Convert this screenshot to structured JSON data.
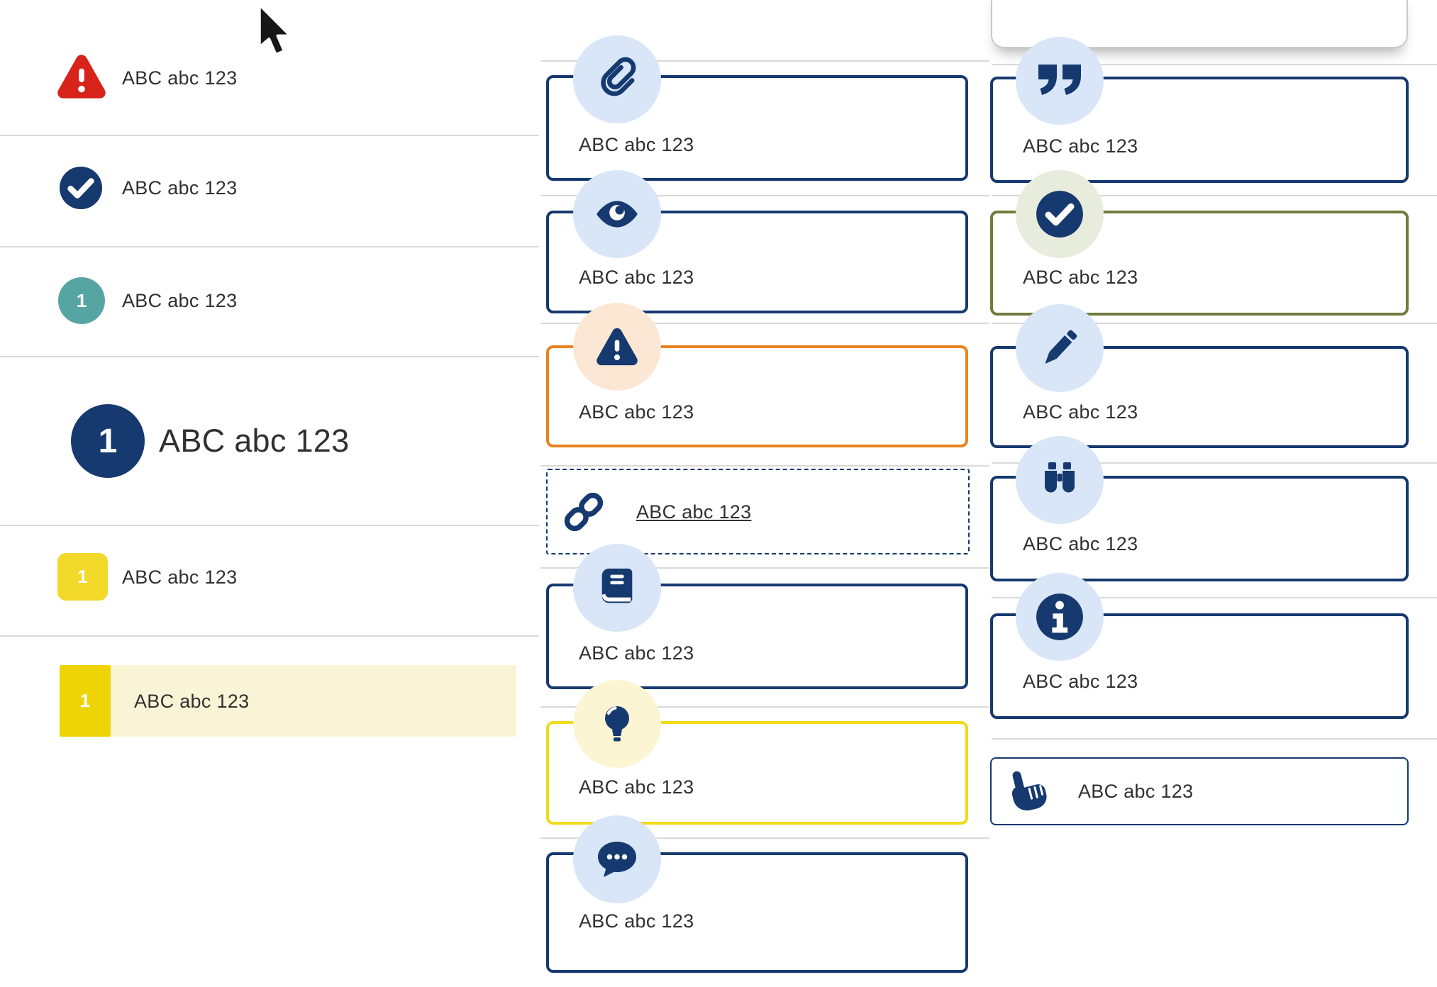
{
  "colors": {
    "navy": "#16396f",
    "light_blue_badge": "#d8e6f8",
    "red": "#d7231a",
    "teal": "#57a5a2",
    "yellow_badge": "#f2d929",
    "highlight_yellow": "#eed405",
    "highlight_row_cream": "#faf4d6",
    "cream_badge": "#fbf5d3",
    "orange": "#e8821f",
    "peach_badge": "#fbe7d4",
    "yellow_border": "#f2da1a",
    "olive": "#6f7c3b",
    "pale_green_badge": "#e8ecdc",
    "divider": "#d9d9d9",
    "text": "#303030"
  },
  "left_list": {
    "items": [
      {
        "icon": "warning-triangle-icon",
        "label": "ABC abc 123"
      },
      {
        "icon": "check-circle-icon",
        "label": "ABC abc 123"
      },
      {
        "icon": "number-badge-teal",
        "number": "1",
        "label": "ABC abc 123"
      },
      {
        "icon": "number-badge-navy-large",
        "number": "1",
        "label": "ABC abc 123"
      },
      {
        "icon": "number-badge-yellow",
        "number": "1",
        "label": "ABC abc 123"
      },
      {
        "icon": "number-badge-yellow-highlight",
        "number": "1",
        "label": "ABC abc 123",
        "highlighted": true
      }
    ]
  },
  "middle_list": {
    "items": [
      {
        "icon": "paperclip-icon",
        "variant": "navy",
        "label": "ABC abc 123"
      },
      {
        "icon": "eye-icon",
        "variant": "navy",
        "label": "ABC abc 123"
      },
      {
        "icon": "warning-triangle-icon",
        "variant": "orange",
        "label": "ABC abc 123"
      },
      {
        "icon": "link-chain-icon",
        "variant": "dashed-link",
        "label": "ABC abc 123"
      },
      {
        "icon": "book-icon",
        "variant": "navy",
        "label": "ABC abc 123"
      },
      {
        "icon": "lightbulb-icon",
        "variant": "yellow",
        "label": "ABC abc 123"
      },
      {
        "icon": "chat-bubble-icon",
        "variant": "navy",
        "label": "ABC abc 123"
      }
    ]
  },
  "right_list": {
    "items": [
      {
        "icon": "quote-icon",
        "variant": "navy",
        "label": "ABC abc 123"
      },
      {
        "icon": "check-circle-icon",
        "variant": "olive",
        "label": "ABC abc 123"
      },
      {
        "icon": "pencil-icon",
        "variant": "navy",
        "label": "ABC abc 123"
      },
      {
        "icon": "binoculars-icon",
        "variant": "navy",
        "label": "ABC abc 123"
      },
      {
        "icon": "info-circle-icon",
        "variant": "navy",
        "label": "ABC abc 123"
      },
      {
        "icon": "hand-pointer-icon",
        "variant": "navy-thin",
        "label": "ABC abc 123"
      }
    ]
  },
  "cursor": {
    "type": "arrow-pointer"
  }
}
